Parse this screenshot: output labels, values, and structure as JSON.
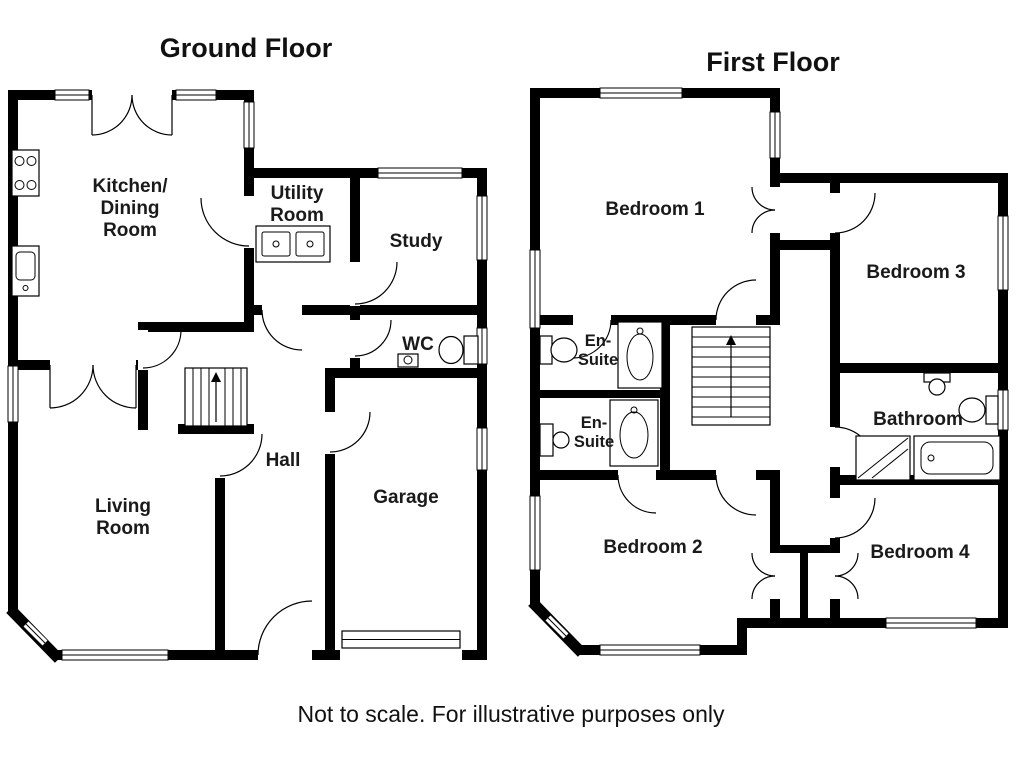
{
  "colors": {
    "background": "#ffffff",
    "wall": "#000000",
    "text": "#1a1a1a"
  },
  "ground": {
    "title": "Ground Floor",
    "rooms": {
      "kitchen": {
        "lines": [
          "Kitchen/",
          "Dining",
          "Room"
        ]
      },
      "utility": {
        "lines": [
          "Utility",
          "Room"
        ]
      },
      "study": {
        "label": "Study"
      },
      "wc": {
        "label": "WC"
      },
      "hall": {
        "label": "Hall"
      },
      "living": {
        "lines": [
          "Living",
          "Room"
        ]
      },
      "garage": {
        "label": "Garage"
      }
    }
  },
  "first": {
    "title": "First Floor",
    "rooms": {
      "bedroom1": {
        "label": "Bedroom 1"
      },
      "bedroom3": {
        "label": "Bedroom 3"
      },
      "ensuite1": {
        "lines": [
          "En-",
          "Suite"
        ]
      },
      "ensuite2": {
        "lines": [
          "En-",
          "Suite"
        ]
      },
      "bathroom": {
        "label": "Bathroom"
      },
      "bedroom2": {
        "label": "Bedroom 2"
      },
      "bedroom4": {
        "label": "Bedroom 4"
      }
    }
  },
  "footer": {
    "note": "Not to scale. For illustrative purposes only"
  }
}
